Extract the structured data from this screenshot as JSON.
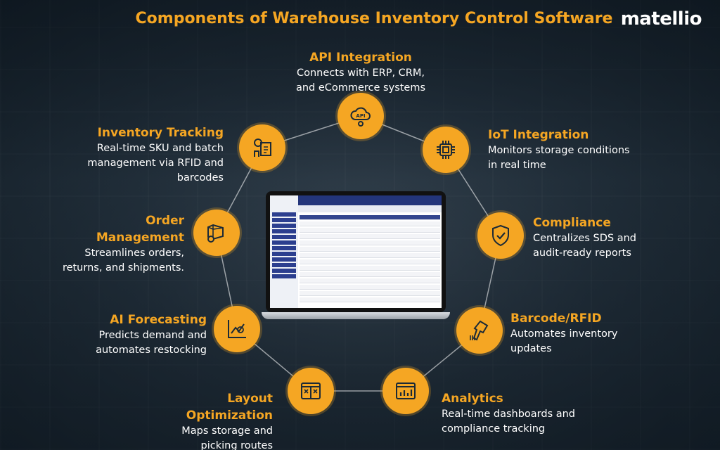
{
  "title": "Components of Warehouse Inventory Control Software",
  "logo": "matellio",
  "colors": {
    "accent": "#f5a623",
    "background": "#1c2a36",
    "text": "#ffffff"
  },
  "components": [
    {
      "title": "API Integration",
      "desc": "Connects with ERP, CRM, and eCommerce systems",
      "icon": "cloud-api-icon"
    },
    {
      "title": "IoT Integration",
      "desc": "Monitors storage conditions in real time",
      "icon": "chip-icon"
    },
    {
      "title": "Compliance",
      "desc": "Centralizes SDS and audit-ready reports",
      "icon": "shield-check-icon"
    },
    {
      "title": "Barcode/RFID",
      "desc": "Automates inventory updates",
      "icon": "barcode-scanner-icon"
    },
    {
      "title": "Analytics",
      "desc": "Real-time dashboards and compliance tracking",
      "icon": "dashboard-chart-icon"
    },
    {
      "title": "Layout Optimization",
      "desc": "Maps storage and picking routes",
      "icon": "layout-grid-icon"
    },
    {
      "title": "AI Forecasting",
      "desc": "Predicts demand and automates restocking",
      "icon": "trend-chart-icon"
    },
    {
      "title": "Order Management",
      "desc": "Streamlines orders, returns, and shipments.",
      "icon": "package-gear-icon"
    },
    {
      "title": "Inventory Tracking",
      "desc": "Real-time SKU and batch management via RFID and barcodes",
      "icon": "inventory-tag-icon"
    }
  ]
}
